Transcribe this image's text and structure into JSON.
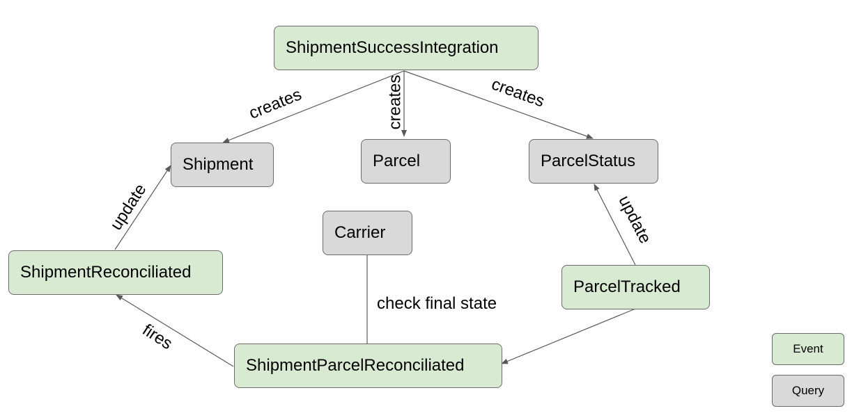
{
  "nodes": {
    "shipment_success_integration": "ShipmentSuccessIntegration",
    "shipment": "Shipment",
    "parcel": "Parcel",
    "parcel_status": "ParcelStatus",
    "carrier": "Carrier",
    "shipment_reconciliated": "ShipmentReconciliated",
    "parcel_tracked": "ParcelTracked",
    "shipment_parcel_reconciliated": "ShipmentParcelReconciliated"
  },
  "edges": {
    "creates_shipment": "creates",
    "creates_parcel": "creates",
    "creates_parcel_status": "creates",
    "update_shipment": "update",
    "update_parcel_status": "update",
    "check_final_state": "check final state",
    "fires": "fires"
  },
  "legend": {
    "event": "Event",
    "query": "Query"
  },
  "colors": {
    "event_fill": "#d9ead3",
    "query_fill": "#d9d9d9",
    "border": "#6b6b6b",
    "edge": "#595959"
  }
}
